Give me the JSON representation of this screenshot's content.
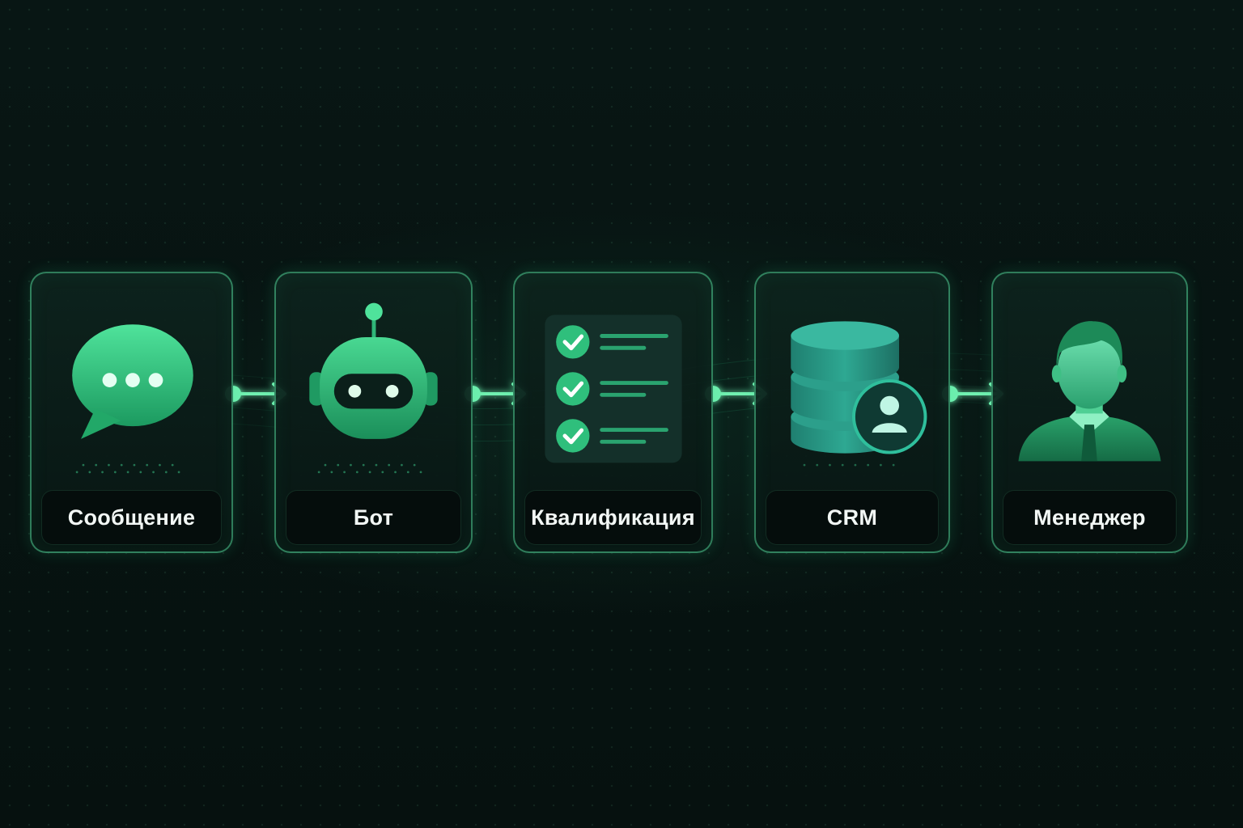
{
  "theme": {
    "accent": "#3ee08f",
    "accent_dark": "#1c9a60",
    "card_border": "#50d296",
    "background": "#071311",
    "label_bg": "#050d0c",
    "text": "#f2f7f5"
  },
  "steps": [
    {
      "label": "Сообщение",
      "icon": "chat-bubble-icon"
    },
    {
      "label": "Бот",
      "icon": "robot-icon"
    },
    {
      "label": "Квалификация",
      "icon": "checklist-icon"
    },
    {
      "label": "CRM",
      "icon": "database-user-icon"
    },
    {
      "label": "Менеджер",
      "icon": "manager-avatar-icon"
    }
  ]
}
